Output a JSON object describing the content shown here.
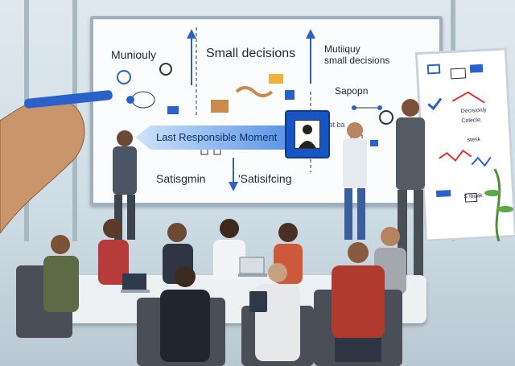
{
  "board": {
    "muniouly": "Muniouly",
    "small_decisions": "Small decisions",
    "mutiquy_line1": "Mutiiquy",
    "mutiquy_line2": "small decisions",
    "sapopn": "Sapopn",
    "fat_ba": "fat ba",
    "lrm": "Last Responsible Moment",
    "satisgmin": "Satisgmin",
    "satisficing": "'Satisifcing"
  },
  "flipchart": {
    "label_1": "Decisionly",
    "label_2": "Colecle,",
    "label_3": "stesk",
    "label_4": "S ibuak"
  }
}
